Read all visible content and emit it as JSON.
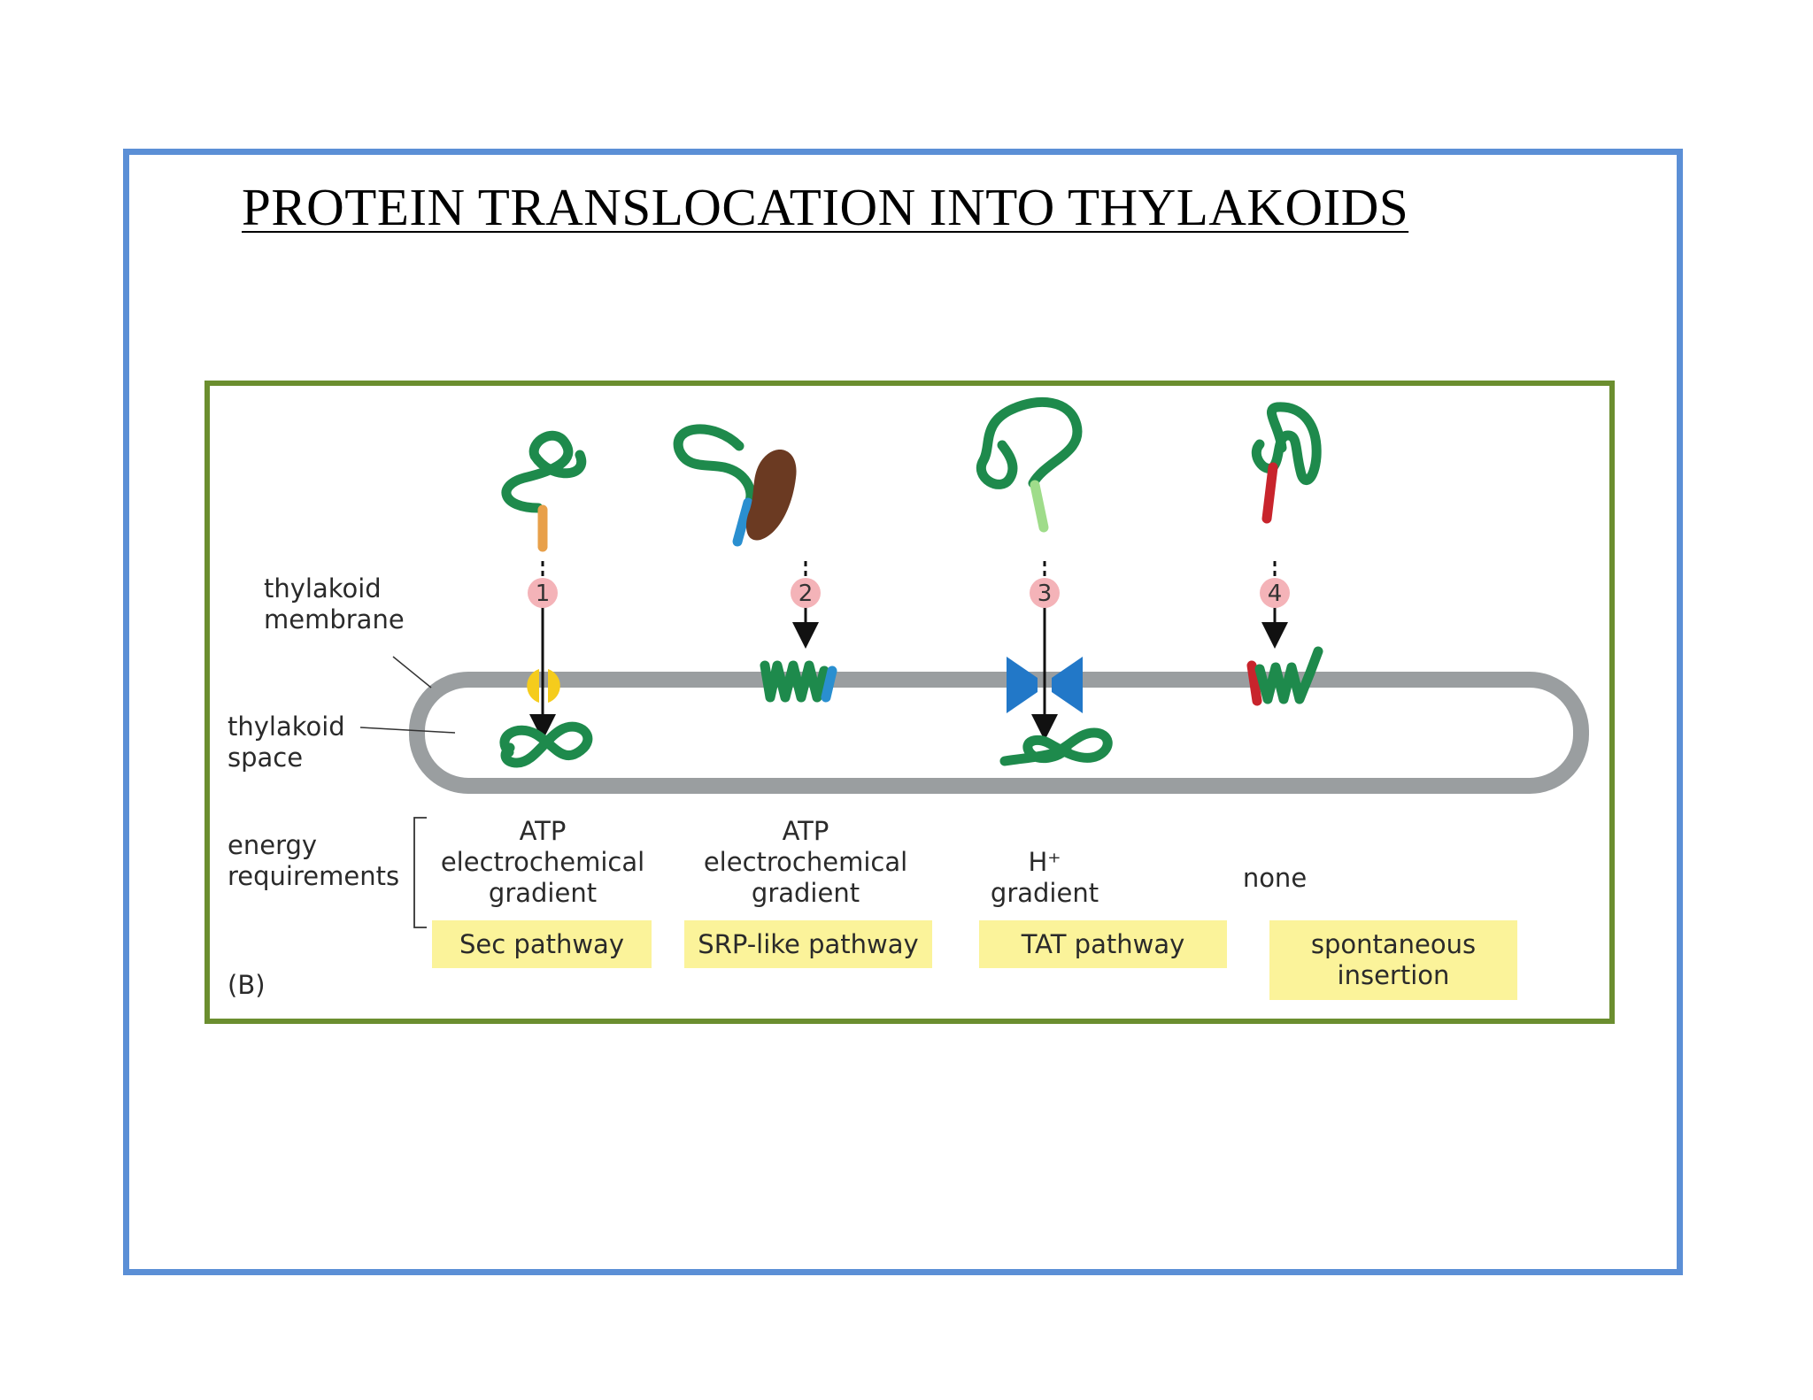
{
  "title": "PROTEIN TRANSLOCATION INTO THYLAKOIDS",
  "figure": {
    "panel_label": "(B)",
    "labels": {
      "membrane": "thylakoid\nmembrane",
      "space": "thylakoid\nspace",
      "energy": "energy\nrequirements"
    },
    "steps": [
      {
        "number": "1",
        "energy": "ATP\nelectrochemical\ngradient",
        "pathway": "Sec pathway"
      },
      {
        "number": "2",
        "energy": "ATP\nelectrochemical\ngradient",
        "pathway": "SRP-like pathway"
      },
      {
        "number": "3",
        "energy": "H⁺\ngradient",
        "pathway": "TAT pathway"
      },
      {
        "number": "4",
        "energy": "none",
        "pathway": "spontaneous\ninsertion"
      }
    ]
  },
  "colors": {
    "slide_border": "#5b8fd6",
    "figure_border": "#6b8e2f",
    "protein": "#1e8a4c",
    "membrane": "#9a9ea0",
    "step_badge": "#f4b3b8",
    "pathway_box": "#fbf39a",
    "sec_channel": "#f5cc1c",
    "tat_channel": "#2278c8",
    "srp_particle": "#6b3a22",
    "signal_sec": "#e8a04a",
    "signal_srp": "#2a8fd0",
    "signal_tat": "#9fdc8a",
    "signal_spont": "#c8242c"
  }
}
